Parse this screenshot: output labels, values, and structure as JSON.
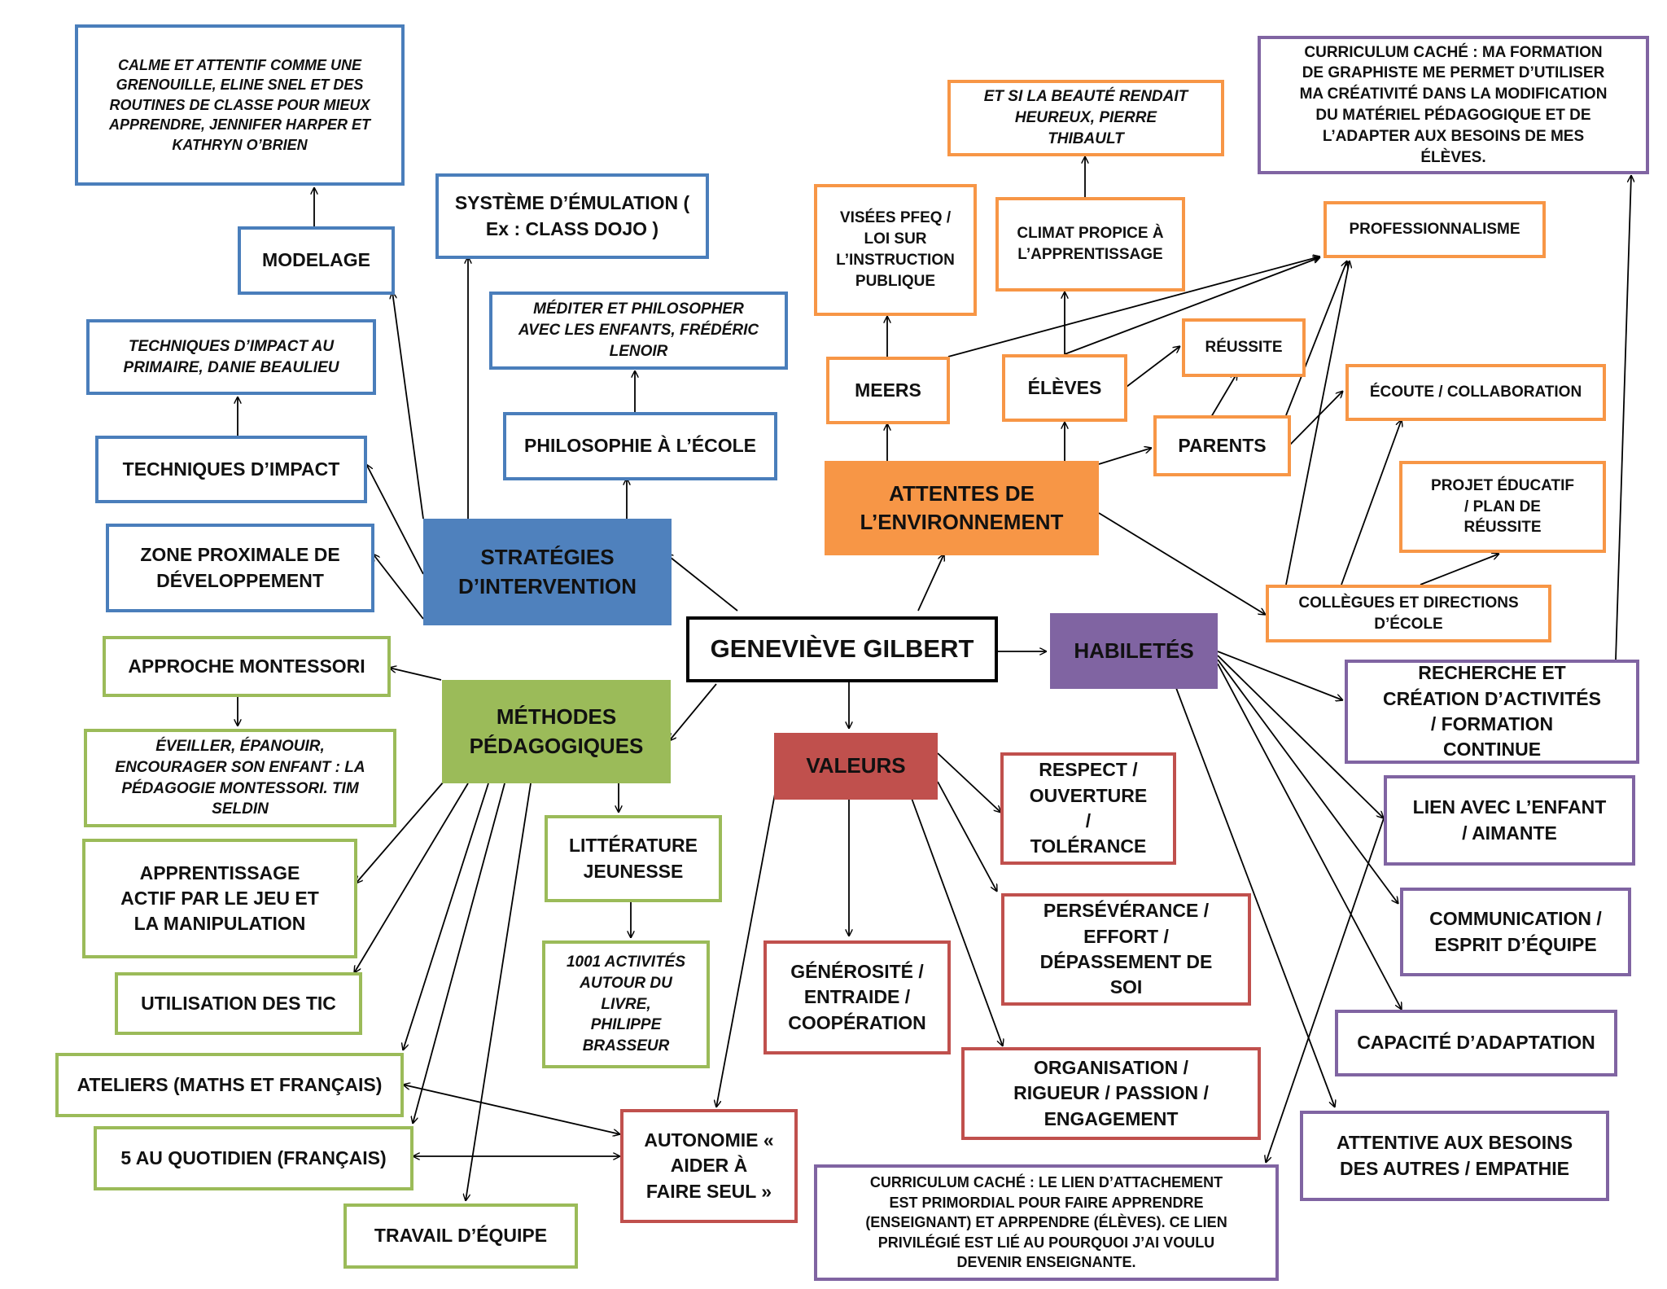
{
  "center": {
    "label": "GENEVIÈVE GILBERT"
  },
  "categories": {
    "strategies": "STRATÉGIES D’INTERVENTION",
    "attentes": "ATTENTES DE L’ENVIRONNEMENT",
    "habiletes": "HABILETÉS",
    "methodes": "MÉTHODES PÉDAGOGIQUES",
    "valeurs": "VALEURS"
  },
  "strategies": {
    "modelage": "MODELAGE",
    "modelage_ref": "CALME ET ATTENTIF COMME UNE GRENOUILLE, ELINE SNEL ET DES ROUTINES DE CLASSE POUR MIEUX APPRENDRE, JENNIFER HARPER ET KATHRYN O’BRIEN",
    "emulation": "SYSTÈME D’ÉMULATION ( Ex : CLASS DOJO )",
    "techniques": "TECHNIQUES D’IMPACT",
    "techniques_ref": "TECHNIQUES D’IMPACT AU PRIMAIRE, DANIE BEAULIEU",
    "zone": "ZONE PROXIMALE DE DÉVELOPPEMENT",
    "philosophie": "PHILOSOPHIE À L’ÉCOLE",
    "philosophie_ref": "MÉDITER ET PHILOSOPHER AVEC LES ENFANTS, FRÉDÉRIC LENOIR"
  },
  "attentes": {
    "meers": "MEERS",
    "visees": "VISÉES PFEQ / LOI SUR L’INSTRUCTION PUBLIQUE",
    "eleves": "ÉLÈVES",
    "climat": "CLIMAT PROPICE À L’APPRENTISSAGE",
    "beaute_ref": "ET SI LA BEAUTÉ RENDAIT HEUREUX, PIERRE THIBAULT",
    "reussite": "RÉUSSITE",
    "parents": "PARENTS",
    "professionnalisme": "PROFESSIONNALISME",
    "ecoute": "ÉCOUTE / COLLABORATION",
    "projet": "PROJET ÉDUCATIF / PLAN DE RÉUSSITE",
    "collegues": "COLLÈGUES ET DIRECTIONS D’ÉCOLE"
  },
  "habiletes": {
    "curriculum_top": "CURRICULUM CACHÉ : MA FORMATION DE GRAPHISTE ME PERMET D’UTILISER MA CRÉATIVITÉ DANS LA MODIFICATION DU MATÉRIEL PÉDAGOGIQUE ET DE L’ADAPTER AUX BESOINS DE MES ÉLÈVES.",
    "recherche": "RECHERCHE ET CRÉATION D’ACTIVITÉS / FORMATION CONTINUE",
    "lien": "LIEN AVEC L’ENFANT / AIMANTE",
    "communication": "COMMUNICATION / ESPRIT D’ÉQUIPE",
    "adaptation": "CAPACITÉ D’ADAPTATION",
    "attentive": "ATTENTIVE AUX BESOINS DES AUTRES / EMPATHIE",
    "curriculum_bottom": "CURRICULUM CACHÉ : LE LIEN D’ATTACHEMENT EST PRIMORDIAL POUR FAIRE APPRENDRE (ENSEIGNANT) ET APRPENDRE (ÉLÈVES). CE LIEN PRIVILÉGIÉ EST LIÉ AU POURQUOI J’AI VOULU DEVENIR ENSEIGNANTE."
  },
  "methodes": {
    "montessori": "APPROCHE MONTESSORI",
    "montessori_ref": "ÉVEILLER, ÉPANOUIR, ENCOURAGER SON ENFANT : LA PÉDAGOGIE MONTESSORI. TIM SELDIN",
    "apprentissage": "APPRENTISSAGE ACTIF PAR LE JEU ET LA MANIPULATION",
    "tic": "UTILISATION DES TIC",
    "ateliers": "ATELIERS (MATHS ET FRANÇAIS)",
    "cinq": "5 AU QUOTIDIEN (FRANÇAIS)",
    "travail": "TRAVAIL D’ÉQUIPE",
    "litterature": "LITTÉRATURE JEUNESSE",
    "activites_ref": "1001 ACTIVITÉS AUTOUR DU LIVRE, PHILIPPE BRASSEUR"
  },
  "valeurs": {
    "respect": "RESPECT / OUVERTURE / TOLÉRANCE",
    "perseverance": "PERSÉVÉRANCE / EFFORT / DÉPASSEMENT DE SOI",
    "organisation": "ORGANISATION / RIGUEUR / PASSION / ENGAGEMENT",
    "generosite": "GÉNÉROSITÉ / ENTRAIDE / COOPÉRATION",
    "autonomie": "AUTONOMIE « AIDER À FAIRE SEUL »"
  }
}
